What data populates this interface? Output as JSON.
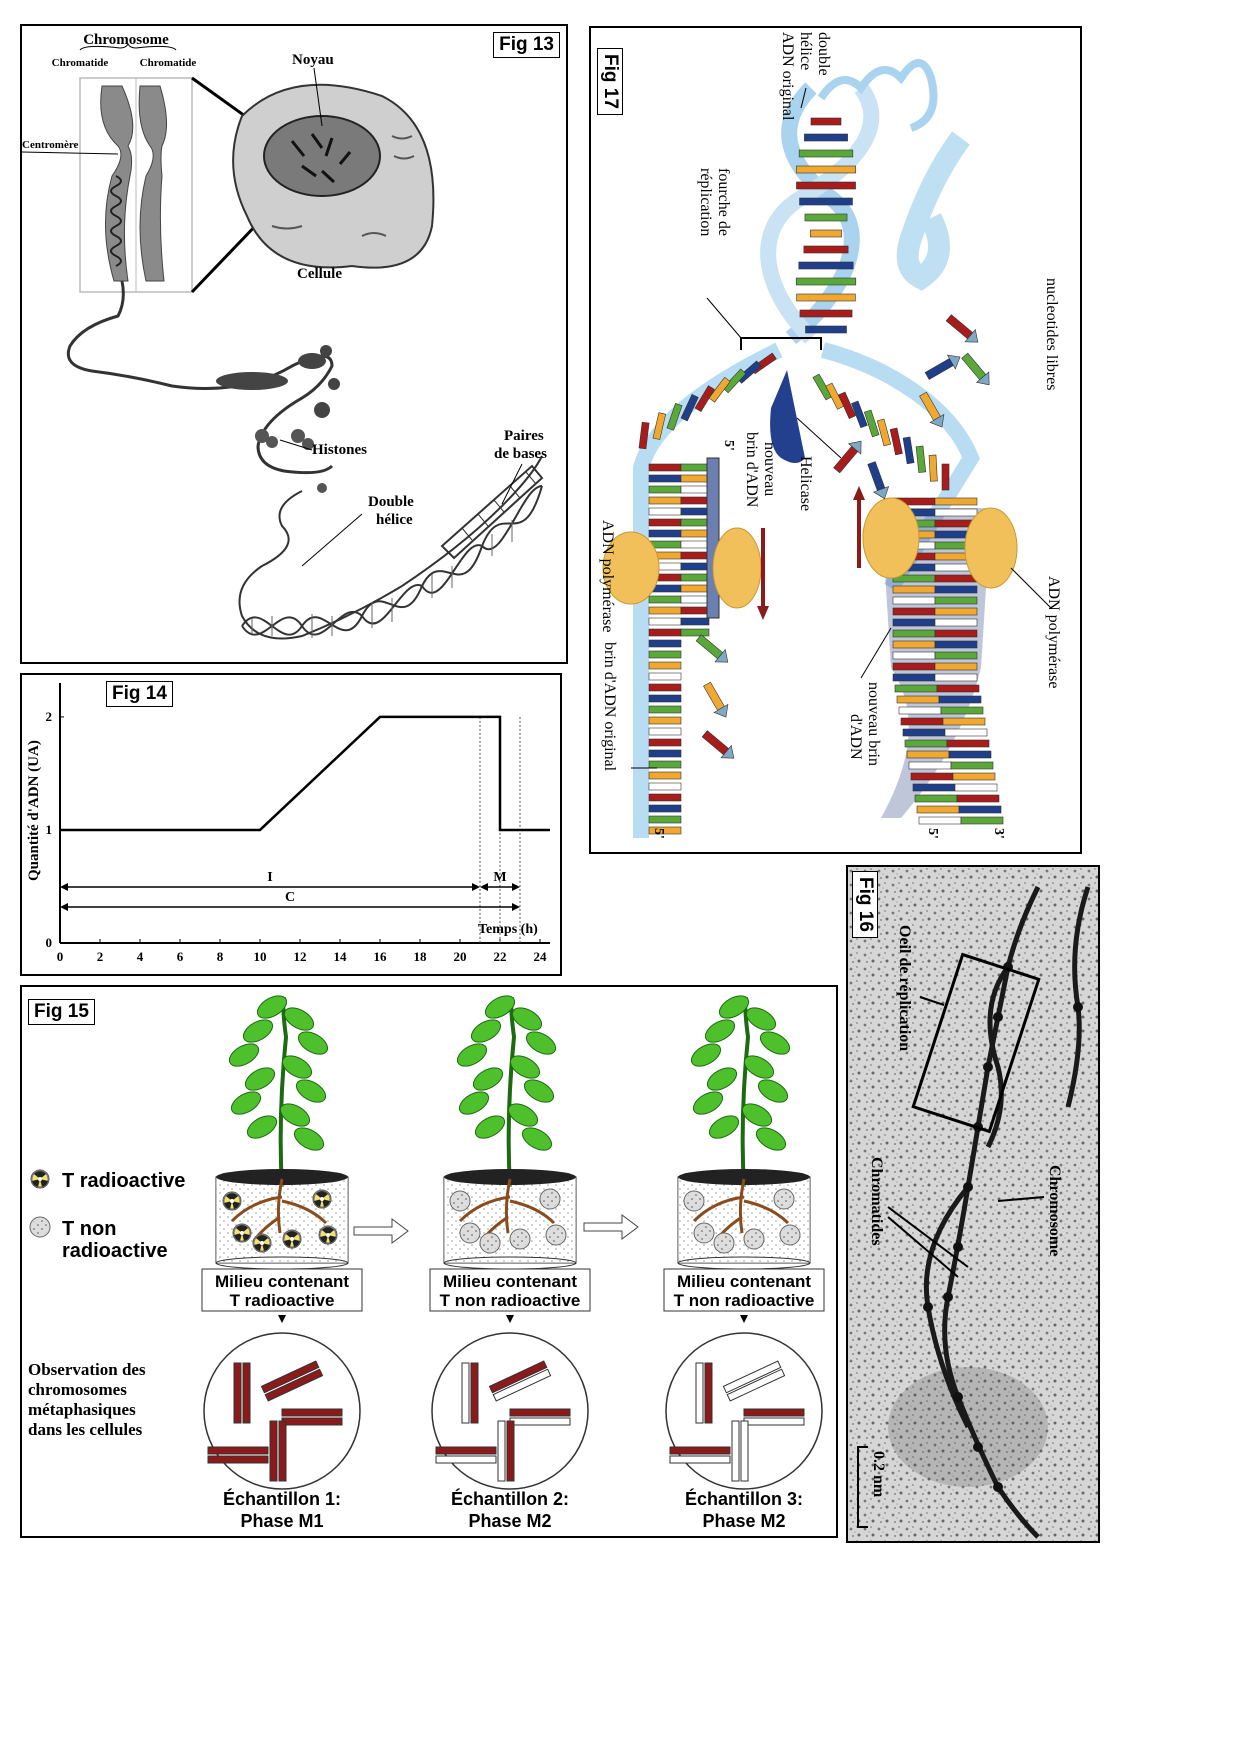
{
  "fig13": {
    "tag": "Fig 13",
    "labels": {
      "chromosome": "Chromosome",
      "chromatide_left": "Chromatide",
      "chromatide_right": "Chromatide",
      "centromere": "Centromère",
      "noyau": "Noyau",
      "cellule": "Cellule",
      "histones": "Histones",
      "double_helice_1": "Double",
      "double_helice_2": "hélice",
      "paires_1": "Paires",
      "paires_2": "de bases"
    }
  },
  "fig17": {
    "tag": "Fig 17",
    "labels": {
      "double_helice_1": "double",
      "double_helice_2": "hélice",
      "double_helice_3": "ADN original",
      "fourche_1": "fourche de",
      "fourche_2": "réplication",
      "nucleotides": "nucleotides libres",
      "nouveau_brin_left_1": "nouveau",
      "nouveau_brin_left_2": "brin d'ADN",
      "helicase": "Helicase",
      "adn_polymerase_left": "ADN polymérase",
      "brin_original": "brin d'ADN original",
      "adn_polymerase_right": "ADN polymérase",
      "nouveau_brin_right_1": "nouveau brin",
      "nouveau_brin_right_2": "d'ADN",
      "five_prime_a": "5'",
      "five_prime_b": "5'",
      "five_prime_c": "5'",
      "three_prime": "3'"
    },
    "colors": {
      "red": "#a81c1c",
      "blue": "#1f3f8a",
      "green": "#5aa83a",
      "orange": "#f0a830",
      "white": "#ffffff"
    }
  },
  "fig14": {
    "tag": "Fig 14",
    "chart_data": {
      "type": "line",
      "ylabel": "Quantité d'ADN (UA)",
      "xlabel": "Temps (h)",
      "x_ticks": [
        0,
        2,
        4,
        6,
        8,
        10,
        12,
        14,
        16,
        18,
        20,
        22,
        24
      ],
      "y_ticks": [
        0,
        1,
        2
      ],
      "xlim": [
        0,
        24.5
      ],
      "ylim": [
        0,
        2.3
      ],
      "series": [
        {
          "x": [
            0,
            10,
            16,
            22,
            22,
            24.5
          ],
          "y": [
            1,
            1,
            2,
            2,
            1,
            1
          ]
        }
      ],
      "dotted_lines_x": [
        21,
        22,
        23
      ],
      "intervals": [
        {
          "label": "I",
          "from": 0,
          "to": 21
        },
        {
          "label": "M",
          "from": 21,
          "to": 23
        },
        {
          "label": "C",
          "from": 0,
          "to": 23
        }
      ]
    }
  },
  "fig15": {
    "tag": "Fig 15",
    "legend": {
      "radioactive": "T radioactive",
      "non_radioactive_1": "T non",
      "non_radioactive_2": "radioactive"
    },
    "observation": [
      "Observation des",
      "chromosomes",
      "métaphasiques",
      "dans les cellules"
    ],
    "pots": [
      {
        "medium_1": "Milieu contenant",
        "medium_2": "T radioactive",
        "sample_1": "Échantillon 1:",
        "sample_2": "Phase M1"
      },
      {
        "medium_1": "Milieu contenant",
        "medium_2": "T non radioactive",
        "sample_1": "Échantillon 2:",
        "sample_2": "Phase M2"
      },
      {
        "medium_1": "Milieu contenant",
        "medium_2": "T non radioactive",
        "sample_1": "Échantillon 3:",
        "sample_2": "Phase M2"
      }
    ]
  },
  "fig16": {
    "tag": "Fig 16",
    "labels": {
      "oeil": "Oeil de réplication",
      "chromosome": "Chromosome",
      "chromatides": "Chromatides",
      "scale": "0.2 nm"
    }
  }
}
